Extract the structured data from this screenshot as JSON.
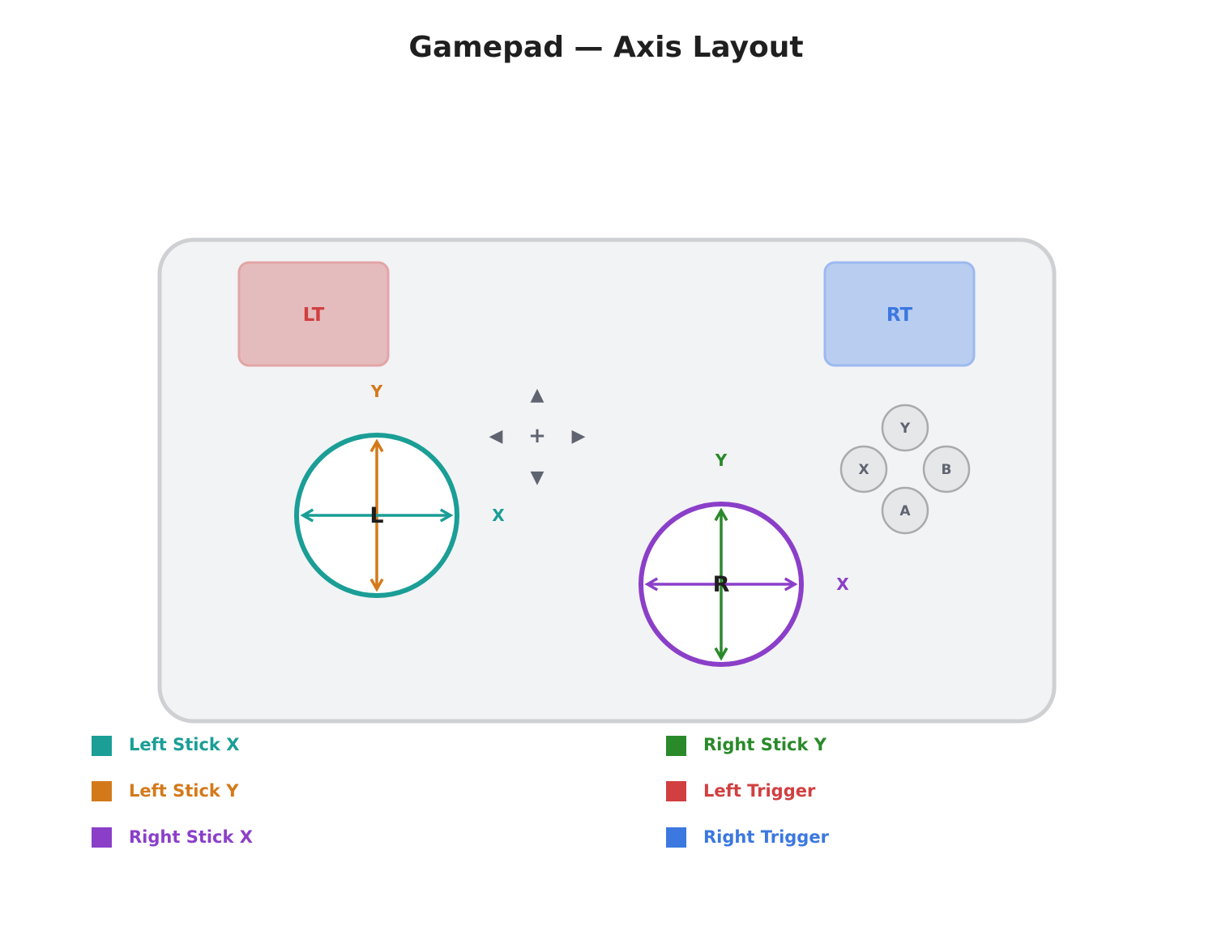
{
  "title": "Gamepad — Axis Layout",
  "colors": {
    "left_stick_x": "#1a9e96",
    "left_stick_y": "#d4791a",
    "right_stick_x": "#8b3fc9",
    "right_stick_y": "#2a8a2a",
    "left_trigger": "#d13f40",
    "right_trigger": "#3b78e0",
    "body_fill": "#f2f3f5",
    "body_stroke": "#cfd0d3",
    "muted": "#5f6470"
  },
  "triggers": {
    "left": {
      "label": "LT"
    },
    "right": {
      "label": "RT"
    }
  },
  "left_stick": {
    "label": "L",
    "x_label": "X",
    "y_label": "Y"
  },
  "right_stick": {
    "label": "R",
    "x_label": "X",
    "y_label": "Y"
  },
  "dpad": {
    "up": "▲",
    "down": "▼",
    "left": "◀",
    "right": "▶",
    "center": "+"
  },
  "face_buttons": {
    "y": "Y",
    "x": "X",
    "b": "B",
    "a": "A"
  },
  "legend": [
    {
      "label": "Left Stick X",
      "color": "#1a9e96"
    },
    {
      "label": "Left Stick Y",
      "color": "#d4791a"
    },
    {
      "label": "Right Stick X",
      "color": "#8b3fc9"
    },
    {
      "label": "Right Stick Y",
      "color": "#2a8a2a"
    },
    {
      "label": "Left Trigger",
      "color": "#d13f40"
    },
    {
      "label": "Right Trigger",
      "color": "#3b78e0"
    }
  ]
}
